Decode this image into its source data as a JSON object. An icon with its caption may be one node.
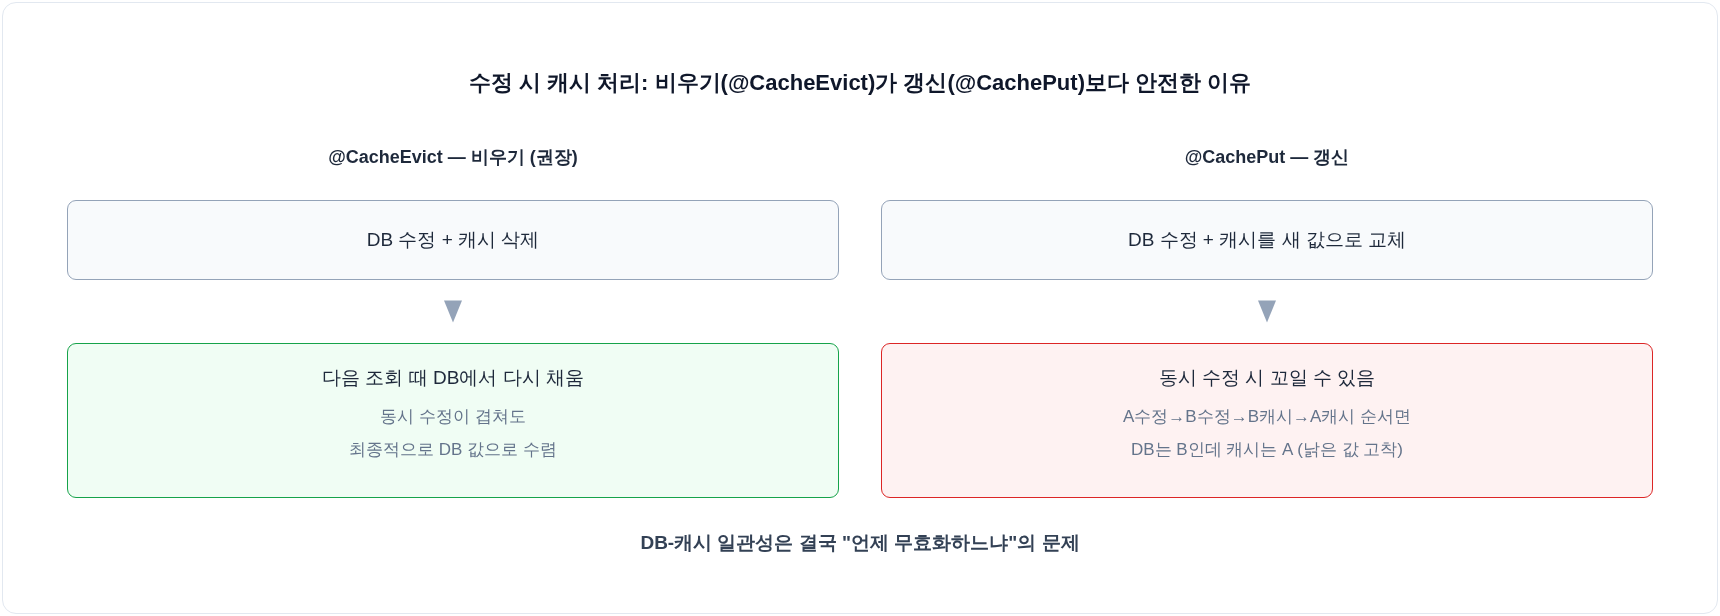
{
  "diagram": {
    "title": "수정 시 캐시 처리: 비우기(@CacheEvict)가 갱신(@CachePut)보다 안전한 이유",
    "caption": "DB-캐시 일관성은 결국 \"언제 무효화하느냐\"의 문제",
    "nodes": [
      {
        "text": [
          "DB 수정 + 캐시 삭제"
        ]
      },
      {
        "text": [
          "다음 조회 때 DB에서 다시 채움",
          "동시 수정이 겹쳐도 최종적으로 DB 값으로 수렴"
        ]
      },
      {
        "text": [
          "DB 수정 + 캐시를 새 값으로 교체"
        ]
      },
      {
        "text": [
          "동시 수정 시 꼬일 수 있음",
          "A수정→B수정→B캐시→A캐시 순서면 DB는 B인데 캐시는 A (낡은 값 고착)"
        ]
      }
    ],
    "edges": [
      {
        "from": 0,
        "to": 1,
        "arrow": "to"
      },
      {
        "from": 2,
        "to": 3,
        "arrow": "to"
      }
    ],
    "labels": [
      "@CacheEvict — 비우기 (권장)",
      "@CachePut — 갱신"
    ]
  }
}
